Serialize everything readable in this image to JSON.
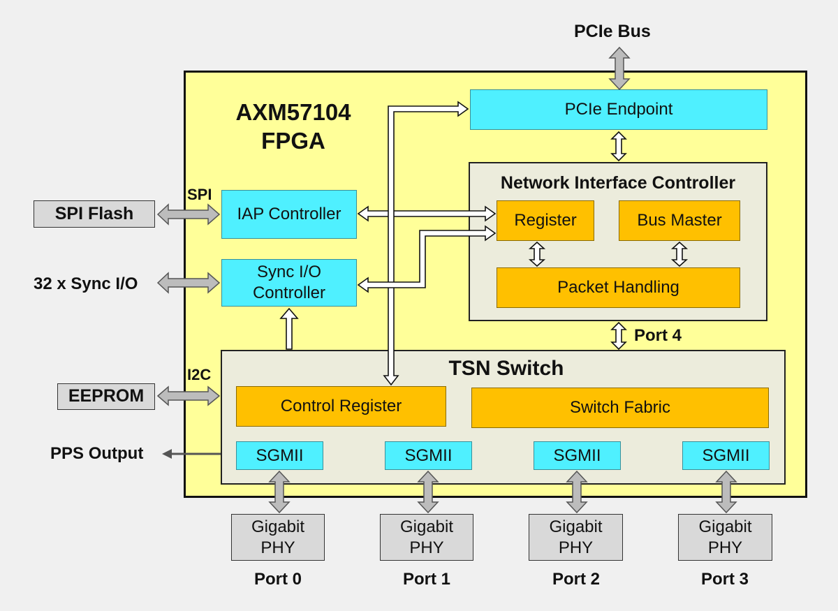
{
  "diagram": {
    "title_line1": "AXM57104",
    "title_line2": "FPGA",
    "pcie_bus": "PCIe Bus",
    "pcie_endpoint": "PCIe Endpoint",
    "nic": {
      "title": "Network Interface Controller",
      "register": "Register",
      "bus_master": "Bus Master",
      "packet_handling": "Packet Handling"
    },
    "iap_controller": "IAP Controller",
    "sync_io_controller_line1": "Sync I/O",
    "sync_io_controller_line2": "Controller",
    "spi_label": "SPI",
    "spi_flash": "SPI Flash",
    "sync_io_external": "32 x Sync I/O",
    "i2c_label": "I2C",
    "eeprom": "EEPROM",
    "pps_output": "PPS Output",
    "port4_label": "Port 4",
    "tsn": {
      "title": "TSN Switch",
      "control_register": "Control Register",
      "switch_fabric": "Switch Fabric",
      "sgmii": [
        "SGMII",
        "SGMII",
        "SGMII",
        "SGMII"
      ]
    },
    "phy_line1": [
      "Gigabit",
      "Gigabit",
      "Gigabit",
      "Gigabit"
    ],
    "phy_line2": [
      "PHY",
      "PHY",
      "PHY",
      "PHY"
    ],
    "ports": [
      "Port 0",
      "Port 1",
      "Port 2",
      "Port 3"
    ]
  }
}
